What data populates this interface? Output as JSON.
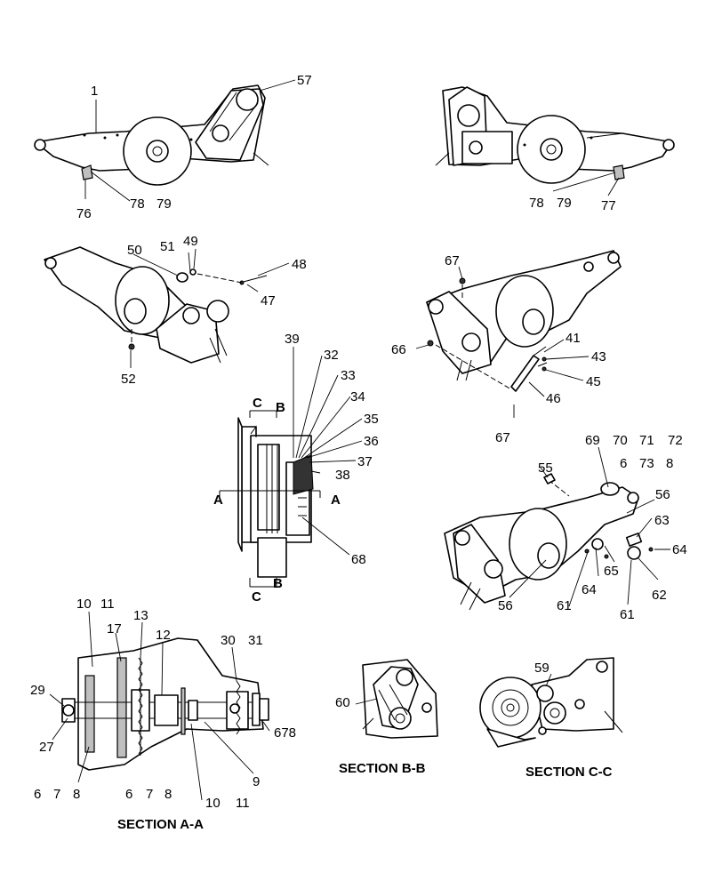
{
  "callouts": {
    "c1": "1",
    "c57": "57",
    "c76": "76",
    "c78a": "78",
    "c79a": "79",
    "c78b": "78",
    "c79b": "79",
    "c77": "77",
    "c50": "50",
    "c51": "51",
    "c49": "49",
    "c48": "48",
    "c47": "47",
    "c52": "52",
    "c67a": "67",
    "c66": "66",
    "c41": "41",
    "c43": "43",
    "c45": "45",
    "c46": "46",
    "c67b": "67",
    "c39": "39",
    "c32": "32",
    "c33": "33",
    "c34": "34",
    "c35": "35",
    "c36": "36",
    "c37": "37",
    "c38": "38",
    "c68": "68",
    "c69": "69",
    "c70": "70",
    "c71": "71",
    "c72": "72",
    "c6a": "6",
    "c73": "73",
    "c8a": "8",
    "c55": "55",
    "c56a": "56",
    "c63": "63",
    "c64a": "64",
    "c65": "65",
    "c64b": "64",
    "c62": "62",
    "c61a": "61",
    "c61b": "61",
    "c56b": "56",
    "c10a": "10",
    "c11a": "11",
    "c13": "13",
    "c17": "17",
    "c12": "12",
    "c30": "30",
    "c31": "31",
    "c29": "29",
    "c27": "27",
    "c678": "678",
    "c9": "9",
    "c6b": "6",
    "c7a": "7",
    "c8b": "8",
    "c6c": "6",
    "c7b": "7",
    "c8c": "8",
    "c10b": "10",
    "c11b": "11",
    "c60": "60",
    "c59": "59"
  },
  "section_marks": {
    "cut_c_top": "C",
    "cut_b_top": "B",
    "cut_a_left": "A",
    "cut_a_right": "A",
    "cut_c_bottom": "C",
    "cut_b_bottom": "B"
  },
  "section_titles": {
    "a": "SECTION A-A",
    "b": "SECTION B-B",
    "c": "SECTION C-C"
  }
}
